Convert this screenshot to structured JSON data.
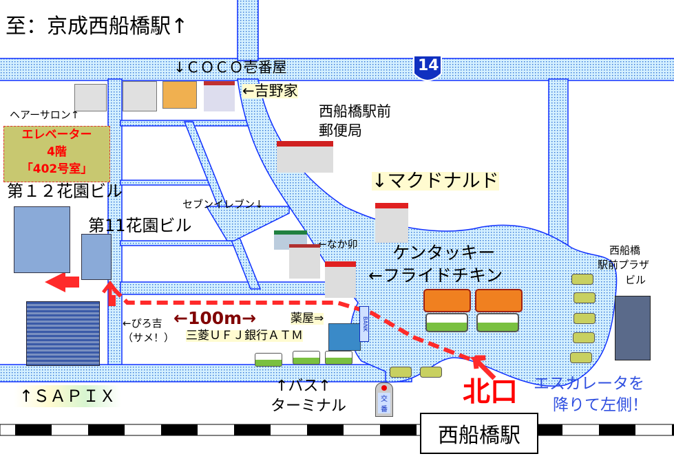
{
  "map": {
    "destination_top": "至：京成西船橋駅↑",
    "route_badge": "14",
    "coco": "↓ＣＯＣＯ壱番屋",
    "yoshinoya": "←吉野家",
    "post_office": [
      "西船橋駅前",
      "郵便局"
    ],
    "hair_salon": "ヘアーサロン↑",
    "elevator_box": [
      "エレベーター",
      "4階",
      "「402号室」"
    ],
    "building12": "第１２花園ビル",
    "building11": "第11花園ビル",
    "mcdonalds": "↓マクドナルド",
    "seven_eleven": "セブンイレブン↓",
    "nakau": "←なか卯",
    "kfc": [
      "ケンタッキー",
      "←フライドチキン"
    ],
    "plaza": [
      "西船橋",
      "駅前プラザ",
      "ビル"
    ],
    "distance": "←100m→",
    "drugstore": "薬屋⇒",
    "bank_sign": "BANK",
    "atm": "三菱ＵＦＪ銀行ＡＴＭ",
    "hirokichi": [
      "←ぴろ吉",
      "（サメ！）"
    ],
    "sapix": "↑ＳＡＰＩＸ",
    "bus_terminal": [
      "↑バス↑",
      "ターミナル"
    ],
    "koban": "交番",
    "north_exit": "北口",
    "escalator_note": [
      "エスカレータを",
      "降りて左側！"
    ],
    "station": "西船橋駅"
  },
  "colors": {
    "road_fill": "#cfeeff",
    "road_dot": "#2a6fd6",
    "road_edge": "#1030ff",
    "route": "#ff2a2a",
    "accent_blue": "#3050e0"
  }
}
